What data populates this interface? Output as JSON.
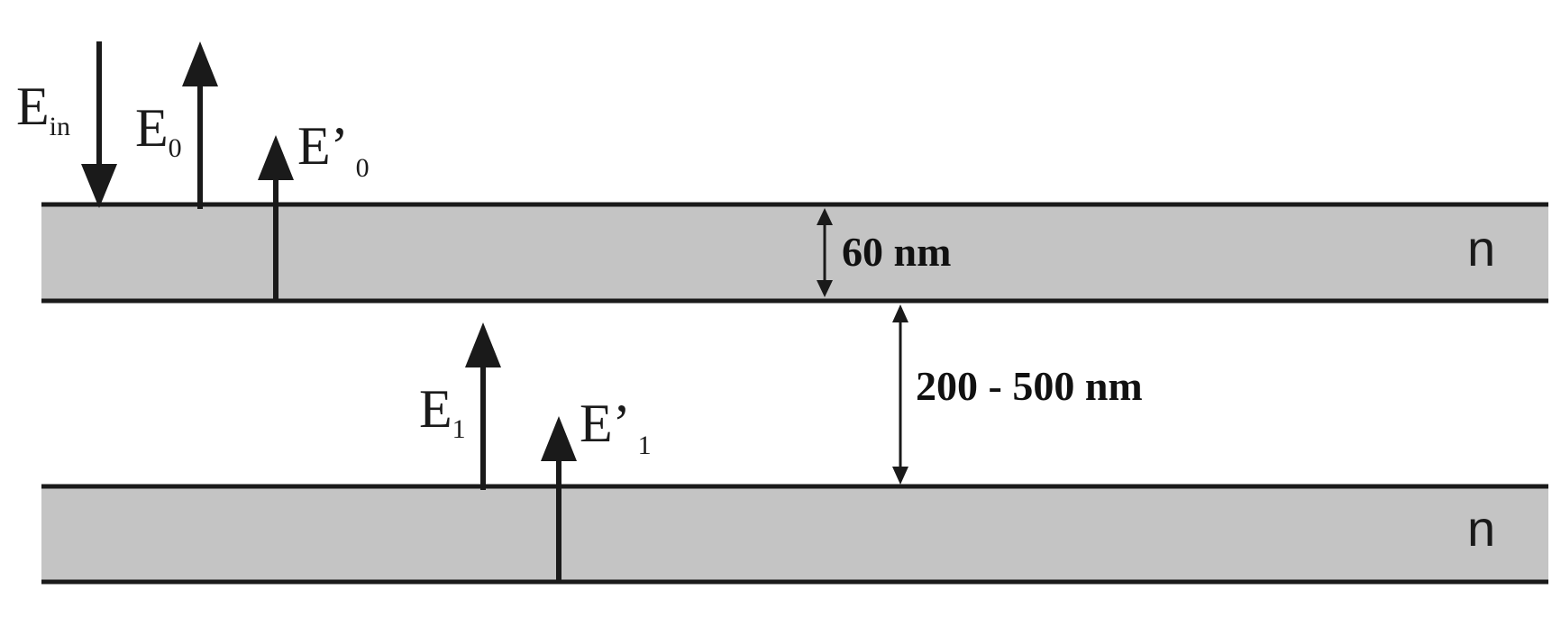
{
  "colors": {
    "layer_fill": "#c4c4c4",
    "line": "#1a1a1a",
    "background": "#ffffff"
  },
  "layers": [
    {
      "index_label": "n",
      "thickness_label": "60 nm"
    },
    {
      "index_label": "n"
    }
  ],
  "gap": {
    "label": "200 - 500 nm"
  },
  "fields": {
    "incident": {
      "base": "E",
      "sub": "in",
      "direction": "down"
    },
    "reflected_0": {
      "base": "E",
      "sub": "0",
      "direction": "up"
    },
    "reflected_0_prime": {
      "base": "E’",
      "sub": "0",
      "direction": "up"
    },
    "field_1": {
      "base": "E",
      "sub": "1",
      "direction": "up"
    },
    "field_1_prime": {
      "base": "E’",
      "sub": "1",
      "direction": "up"
    }
  }
}
